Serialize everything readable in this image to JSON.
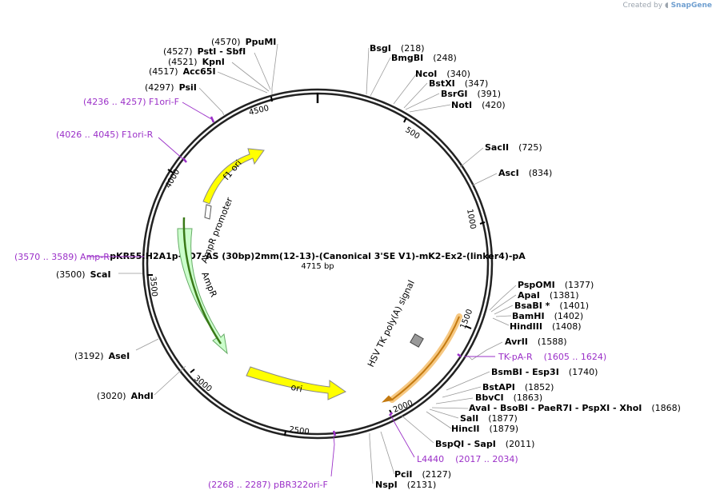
{
  "branding": {
    "created_by": "Created by",
    "app": "SnapGene"
  },
  "plasmid": {
    "name": "pKR55:H2A1p-BD7-AS (30bp)2mm(12-13)-(Canonical 3'SE V1)-mK2-Ex2-(linker4)-pA",
    "size_label": "4715 bp",
    "length": 4715
  },
  "ticks": [
    "500",
    "1000",
    "1500",
    "2000",
    "2500",
    "3000",
    "3500",
    "4000",
    "4500"
  ],
  "sites": [
    {
      "name": "PpuMI",
      "pos": "(4570)"
    },
    {
      "name": "PstI",
      "extra": " - SbfI",
      "pos": "(4527)"
    },
    {
      "name": "KpnI",
      "pos": "(4521)"
    },
    {
      "name": "Acc65I",
      "pos": "(4517)"
    },
    {
      "name": "PsiI",
      "pos": "(4297)"
    },
    {
      "name": "BsgI",
      "pos": "(218)"
    },
    {
      "name": "BmgBI",
      "pos": "(248)"
    },
    {
      "name": "NcoI",
      "pos": "(340)"
    },
    {
      "name": "BstXI",
      "pos": "(347)"
    },
    {
      "name": "BsrGI",
      "pos": "(391)"
    },
    {
      "name": "NotI",
      "pos": "(420)"
    },
    {
      "name": "SacII",
      "pos": "(725)"
    },
    {
      "name": "AscI",
      "pos": "(834)"
    },
    {
      "name": "PspOMI",
      "pos": "(1377)"
    },
    {
      "name": "ApaI",
      "pos": "(1381)"
    },
    {
      "name": "BsaBI *",
      "pos": "(1401)"
    },
    {
      "name": "BamHI",
      "pos": "(1402)"
    },
    {
      "name": "HindIII",
      "pos": "(1408)"
    },
    {
      "name": "AvrII",
      "pos": "(1588)"
    },
    {
      "name": "BsmBI",
      "extra": " - Esp3I",
      "pos": "(1740)"
    },
    {
      "name": "BstAPI",
      "pos": "(1852)"
    },
    {
      "name": "BbvCI",
      "pos": "(1863)"
    },
    {
      "name": "AvaI",
      "extra": " - BsoBI - PaeR7I - PspXI - XhoI",
      "pos": "(1868)"
    },
    {
      "name": "SalI",
      "pos": "(1877)"
    },
    {
      "name": "HincII",
      "pos": "(1879)"
    },
    {
      "name": "BspQI",
      "extra": " - SapI",
      "pos": "(2011)"
    },
    {
      "name": "PciI",
      "pos": "(2127)"
    },
    {
      "name": "NspI",
      "pos": "(2131)"
    },
    {
      "name": "AhdI",
      "pos": "(3020)"
    },
    {
      "name": "AseI",
      "pos": "(3192)"
    },
    {
      "name": "ScaI",
      "pos": "(3500)"
    }
  ],
  "primers": [
    {
      "label": "(4236 .. 4257)  F1ori-F"
    },
    {
      "label": "(4026 .. 4045)  F1ori-R"
    },
    {
      "label": "(3570 .. 3589)  Amp-R"
    },
    {
      "label": "TK-pA-R",
      "pos": "(1605 .. 1624)"
    },
    {
      "label": "L4440",
      "pos": "(2017 .. 2034)"
    },
    {
      "label": "(2268 .. 2287)  pBR322ori-F"
    }
  ],
  "features": [
    {
      "name": "f1 ori",
      "color": "#ffff00"
    },
    {
      "name": "AmpR promoter",
      "color": "#ffffff"
    },
    {
      "name": "AmpR",
      "color": "#ccffcc"
    },
    {
      "name": "ori",
      "color": "#ffff00"
    },
    {
      "name": "HSV TK poly(A) signal",
      "color": "#f0a020"
    }
  ],
  "colors": {
    "primer": "#9b30c8",
    "backbone": "#222222",
    "label": "#000000"
  }
}
